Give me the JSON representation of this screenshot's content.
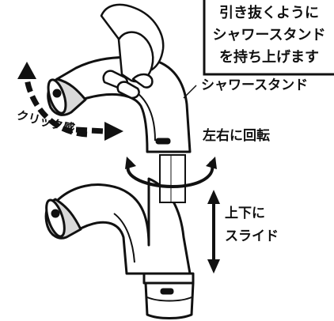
{
  "callout": {
    "lines": [
      "引き抜くように",
      "シャワースタンド",
      "を持ち上げます"
    ]
  },
  "labels": {
    "shower_stand": "シャワースタンド",
    "rotate": "左右に回転",
    "slide_line1": "上下に",
    "slide_line2": "スライド",
    "click": "クリック感"
  },
  "colors": {
    "ink": "#111111",
    "fill": "#ffffff",
    "shade": "#d9d9d9"
  }
}
